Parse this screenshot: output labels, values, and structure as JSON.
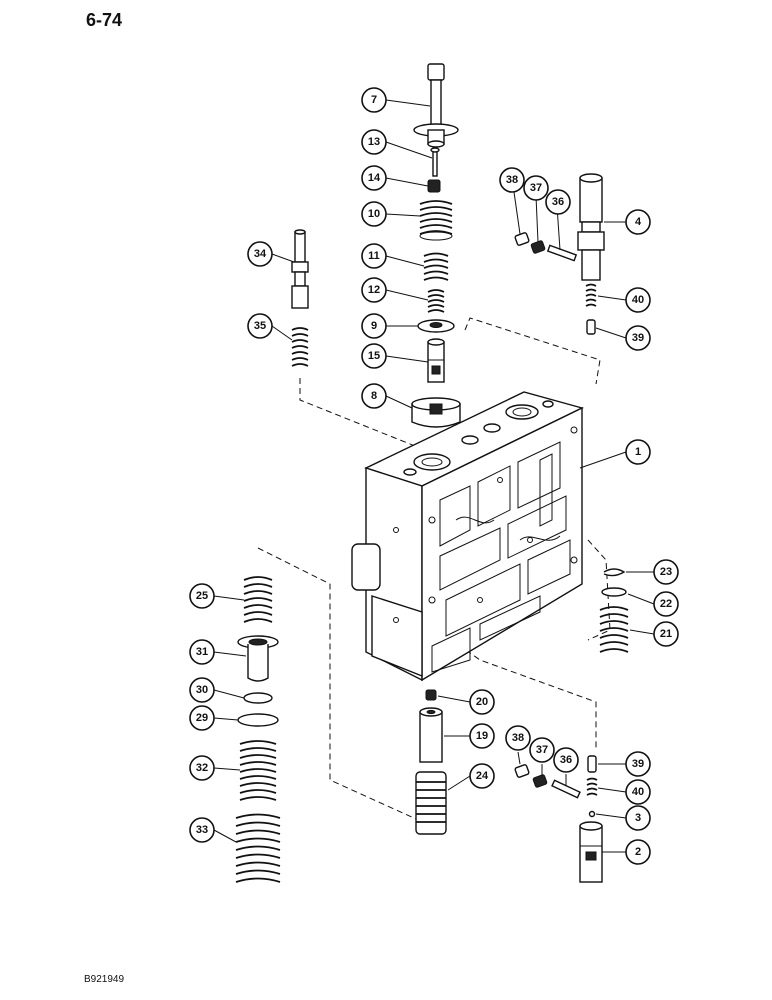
{
  "page": {
    "number": "6-74",
    "figure_code": "B921949"
  },
  "callouts": [
    {
      "id": "c7",
      "label": "7"
    },
    {
      "id": "c13",
      "label": "13"
    },
    {
      "id": "c14",
      "label": "14"
    },
    {
      "id": "c10",
      "label": "10"
    },
    {
      "id": "c11",
      "label": "11"
    },
    {
      "id": "c12",
      "label": "12"
    },
    {
      "id": "c9",
      "label": "9"
    },
    {
      "id": "c15",
      "label": "15"
    },
    {
      "id": "c8",
      "label": "8"
    },
    {
      "id": "c34",
      "label": "34"
    },
    {
      "id": "c35",
      "label": "35"
    },
    {
      "id": "c38a",
      "label": "38"
    },
    {
      "id": "c37a",
      "label": "37"
    },
    {
      "id": "c36a",
      "label": "36"
    },
    {
      "id": "c4",
      "label": "4"
    },
    {
      "id": "c40a",
      "label": "40"
    },
    {
      "id": "c39a",
      "label": "39"
    },
    {
      "id": "c1",
      "label": "1"
    },
    {
      "id": "c23",
      "label": "23"
    },
    {
      "id": "c22",
      "label": "22"
    },
    {
      "id": "c21",
      "label": "21"
    },
    {
      "id": "c25",
      "label": "25"
    },
    {
      "id": "c31",
      "label": "31"
    },
    {
      "id": "c30",
      "label": "30"
    },
    {
      "id": "c29",
      "label": "29"
    },
    {
      "id": "c32",
      "label": "32"
    },
    {
      "id": "c33",
      "label": "33"
    },
    {
      "id": "c20",
      "label": "20"
    },
    {
      "id": "c19",
      "label": "19"
    },
    {
      "id": "c24",
      "label": "24"
    },
    {
      "id": "c38b",
      "label": "38"
    },
    {
      "id": "c37b",
      "label": "37"
    },
    {
      "id": "c36b",
      "label": "36"
    },
    {
      "id": "c39b",
      "label": "39"
    },
    {
      "id": "c40b",
      "label": "40"
    },
    {
      "id": "c3",
      "label": "3"
    },
    {
      "id": "c2",
      "label": "2"
    }
  ]
}
